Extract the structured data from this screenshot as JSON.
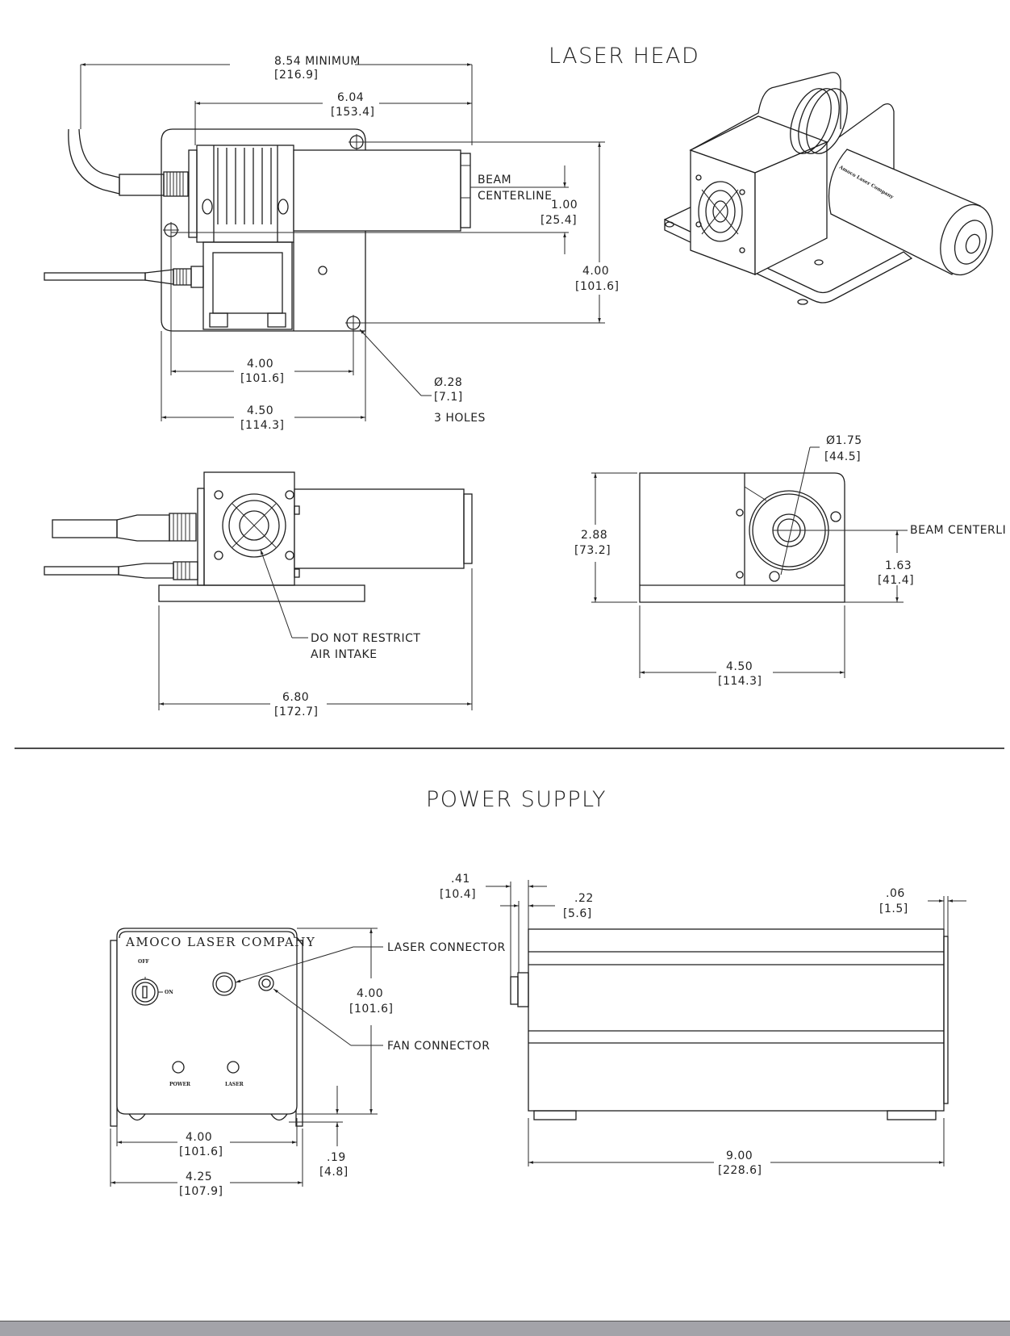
{
  "sections": {
    "laser_head_title": "LASER HEAD",
    "power_supply_title": "POWER SUPPLY"
  },
  "laser_head": {
    "top_view": {
      "overall_length": {
        "value": "8.54 MINIMUM",
        "metric": "[216.9]"
      },
      "body_length": {
        "value": "6.04",
        "metric": "[153.4]"
      },
      "beam_label_1": "BEAM",
      "beam_label_2": "CENTERLINE",
      "beam_offset": {
        "value": "1.00",
        "metric": "[25.4]"
      },
      "depth": {
        "value": "4.00",
        "metric": "[101.6]"
      },
      "hole_spacing": {
        "value": "4.00",
        "metric": "[101.6]"
      },
      "base_width": {
        "value": "4.50",
        "metric": "[114.3]"
      },
      "holes": {
        "value": "Ø.28",
        "metric": "[7.1]",
        "note": "3 HOLES"
      }
    },
    "side_view": {
      "note_1": "DO NOT RESTRICT",
      "note_2": "AIR INTAKE",
      "length": {
        "value": "6.80",
        "metric": "[172.7]"
      }
    },
    "end_view": {
      "diameter": {
        "value": "Ø1.75",
        "metric": "[44.5]"
      },
      "beam_label": "BEAM CENTERLI",
      "height": {
        "value": "2.88",
        "metric": "[73.2]"
      },
      "beam_height": {
        "value": "1.63",
        "metric": "[41.4]"
      },
      "width": {
        "value": "4.50",
        "metric": "[114.3]"
      }
    },
    "isometric": {
      "label": "Amoco Laser Company"
    }
  },
  "power_supply": {
    "front_view": {
      "brand": "AMOCO LASER COMPANY",
      "switch_off": "OFF",
      "switch_on": "ON",
      "led_power": "POWER",
      "led_laser": "LASER",
      "laser_connector": "LASER CONNECTOR",
      "fan_connector": "FAN CONNECTOR",
      "height": {
        "value": "4.00",
        "metric": "[101.6]"
      },
      "inner_width": {
        "value": "4.00",
        "metric": "[101.6]"
      },
      "outer_width": {
        "value": "4.25",
        "metric": "[107.9]"
      },
      "foot_height": {
        "value": ".19",
        "metric": "[4.8]"
      }
    },
    "side_view": {
      "connector_depth": {
        "value": ".41",
        "metric": "[10.4]"
      },
      "panel_offset": {
        "value": ".22",
        "metric": "[5.6]"
      },
      "rear_lip": {
        "value": ".06",
        "metric": "[1.5]"
      },
      "length": {
        "value": "9.00",
        "metric": "[228.6]"
      }
    }
  }
}
